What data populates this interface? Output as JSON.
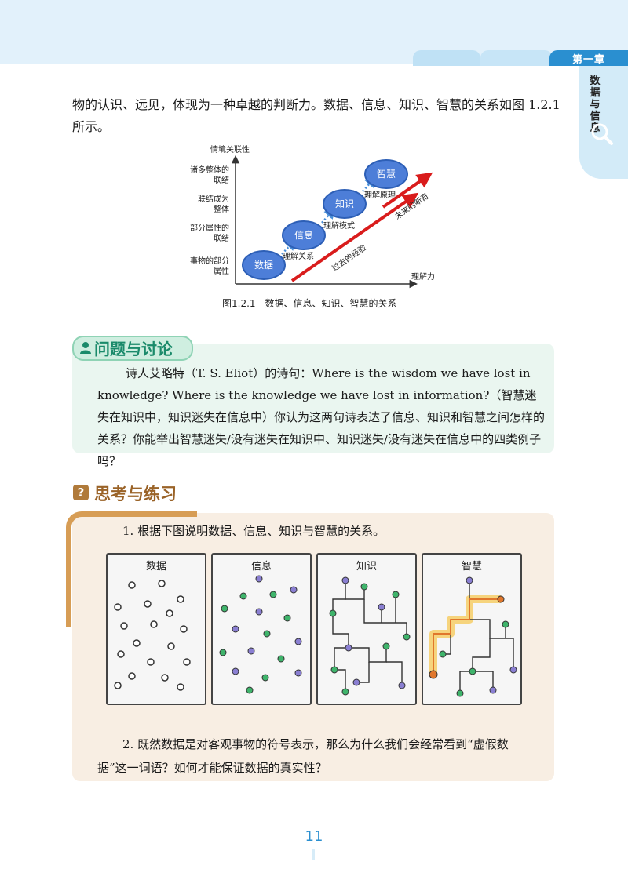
{
  "header": {
    "chapter": "第一章",
    "side_title": "数据与信息"
  },
  "intro": {
    "line1": "物的认识、远见，体现为一种卓越的判断力。数据、信息、知识、智慧的关系如图 1.2.1",
    "line2": "所示。"
  },
  "figure": {
    "y_axis_label": "情境关联性",
    "x_axis_label": "理解力",
    "y_levels": [
      "诸多整体的联结",
      "联结成为整体",
      "部分属性的联结",
      "事物的部分属性"
    ],
    "nodes": [
      "数据",
      "信息",
      "知识",
      "智慧"
    ],
    "transitions": [
      "理解关系",
      "理解模式",
      "理解原理"
    ],
    "arrow_past": "过去的经验",
    "arrow_future": "未来的新奇",
    "caption": "图1.2.1　数据、信息、知识、智慧的关系",
    "colors": {
      "node_fill": "#4d7ed8",
      "node_border": "#2d5fb6",
      "arrow": "#d91c1c",
      "dots": "#4a8fd8"
    }
  },
  "discussion": {
    "title": "问题与讨论",
    "paragraph": "诗人艾略特（T. S. Eliot）的诗句：Where is the wisdom we have lost in knowledge? Where is the knowledge we have lost in information?（智慧迷失在知识中，知识迷失在信息中）你认为这两句诗表达了信息、知识和智慧之间怎样的关系？你能举出智慧迷失/没有迷失在知识中、知识迷失/没有迷失在信息中的四类例子吗？"
  },
  "exercises": {
    "title": "思考与练习",
    "q1": "1. 根据下图说明数据、信息、知识与智慧的关系。",
    "panels": [
      "数据",
      "信息",
      "知识",
      "智慧"
    ],
    "q2_line1": "2. 既然数据是对客观事物的符号表示，那么为什么我们会经常看到“虚假数",
    "q2_line2": "据”这一词语？如何才能保证数据的真实性？",
    "colors": {
      "green": "#3fb46b",
      "purple": "#8a7fd2",
      "highlight": "#f6c64a",
      "path": "#e0772c"
    }
  },
  "page_number": "11"
}
